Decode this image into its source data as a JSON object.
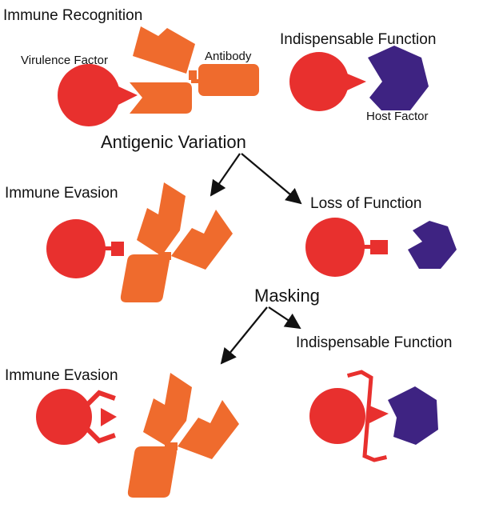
{
  "colors": {
    "virulence_factor": "#e8302e",
    "antibody": "#ef6b2d",
    "host_factor": "#3e2382",
    "arrow": "#111111",
    "background": "#ffffff"
  },
  "labels": {
    "immune_recognition": "Immune Recognition",
    "virulence_factor": "Virulence Factor",
    "antibody": "Antibody",
    "indispensable_function_top": "Indispensable Function",
    "host_factor": "Host Factor",
    "antigenic_variation": "Antigenic Variation",
    "immune_evasion_mid": "Immune Evasion",
    "loss_of_function": "Loss of Function",
    "masking": "Masking",
    "indispensable_function_bottom": "Indispensable Function",
    "immune_evasion_bottom": "Immune Evasion"
  },
  "icons": {
    "virulence_factor": "red-circle-with-protrusion",
    "antibody": "orange-y-shaped-antibody",
    "host_factor": "purple-hexagon-with-notch",
    "masking_shield": "red-bracket-shield"
  }
}
